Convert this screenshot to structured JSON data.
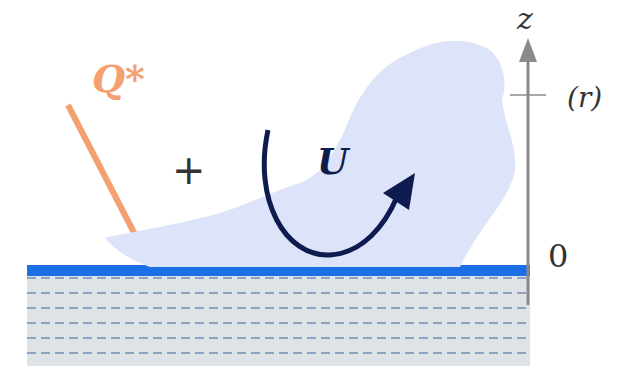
{
  "diagram": {
    "nodes": [
      {
        "text": [
          "U"
        ]
      }
    ],
    "labels": [
      "Q*",
      "+",
      "z",
      "(r)",
      "0"
    ]
  }
}
